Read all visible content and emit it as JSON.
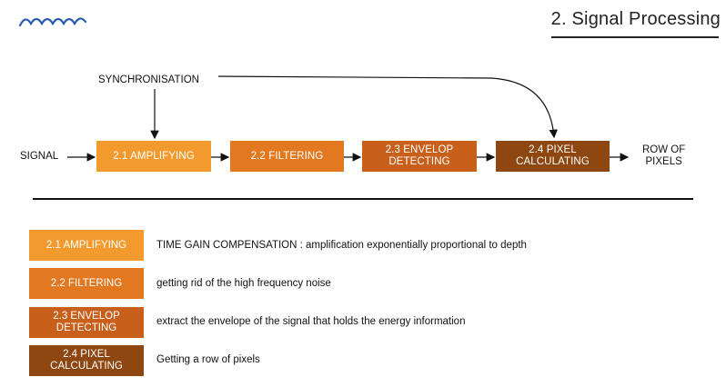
{
  "header": {
    "title": "2. Signal Processing",
    "logo_icon": "wave-icon"
  },
  "colors": {
    "amplifying": "#F29A2E",
    "filtering": "#E27820",
    "envelop": "#C8601B",
    "pixel": "#8E4710"
  },
  "flow": {
    "input_label": "SIGNAL",
    "sync_label": "SYNCHRONISATION",
    "output_label": "ROW OF\nPIXELS",
    "stages": [
      {
        "label": "2.1 AMPLIFYING"
      },
      {
        "label": "2.2 FILTERING"
      },
      {
        "label": "2.3 ENVELOP\nDETECTING"
      },
      {
        "label": "2.4 PIXEL\nCALCULATING"
      }
    ]
  },
  "legend": [
    {
      "label": "2.1 AMPLIFYING",
      "description": "TIME GAIN COMPENSATION : amplification exponentially proportional to depth"
    },
    {
      "label": "2.2 FILTERING",
      "description": "getting rid of the high frequency noise"
    },
    {
      "label": "2.3 ENVELOP\nDETECTING",
      "description": "extract the envelope of the signal that holds the energy information"
    },
    {
      "label": "2.4 PIXEL\nCALCULATING",
      "description": "Getting a row of pixels"
    }
  ]
}
